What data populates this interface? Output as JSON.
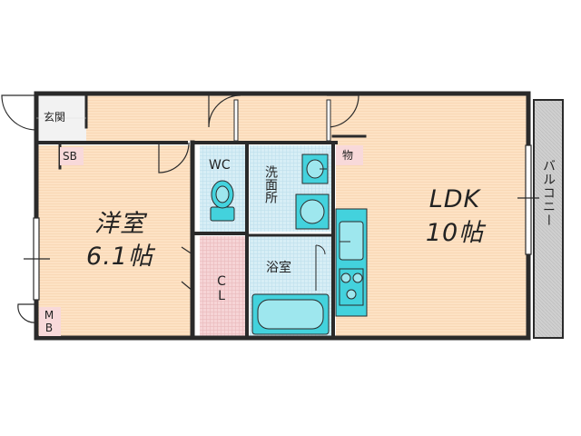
{
  "colors": {
    "wall": "#2a2a2a",
    "floor_wood": "#fde2c4",
    "floor_tile": "#d7eef6",
    "closet_pink": "#f6d4d6",
    "fixture_cyan": "#43d2dd",
    "balcony_gray": "#cfcfcf",
    "tag_bg": "#f8d9da"
  },
  "rooms": {
    "entrance": "玄関",
    "sb": "SB",
    "storage": "物",
    "wc": "WC",
    "washroom": "洗面所",
    "closet": "CL",
    "bath": "浴室",
    "bedroom_line1": "洋室",
    "bedroom_line2": "6.1帖",
    "ldk_line1": "LDK",
    "ldk_line2": "10帖",
    "mb": "MB",
    "balcony": "バルコニー"
  },
  "icons": [
    "toilet-icon",
    "washbasin-icon",
    "washing-machine-pan-icon",
    "bathtub-icon",
    "kitchen-sink-icon",
    "stove-icon",
    "door-swing-icon",
    "window-icon"
  ]
}
